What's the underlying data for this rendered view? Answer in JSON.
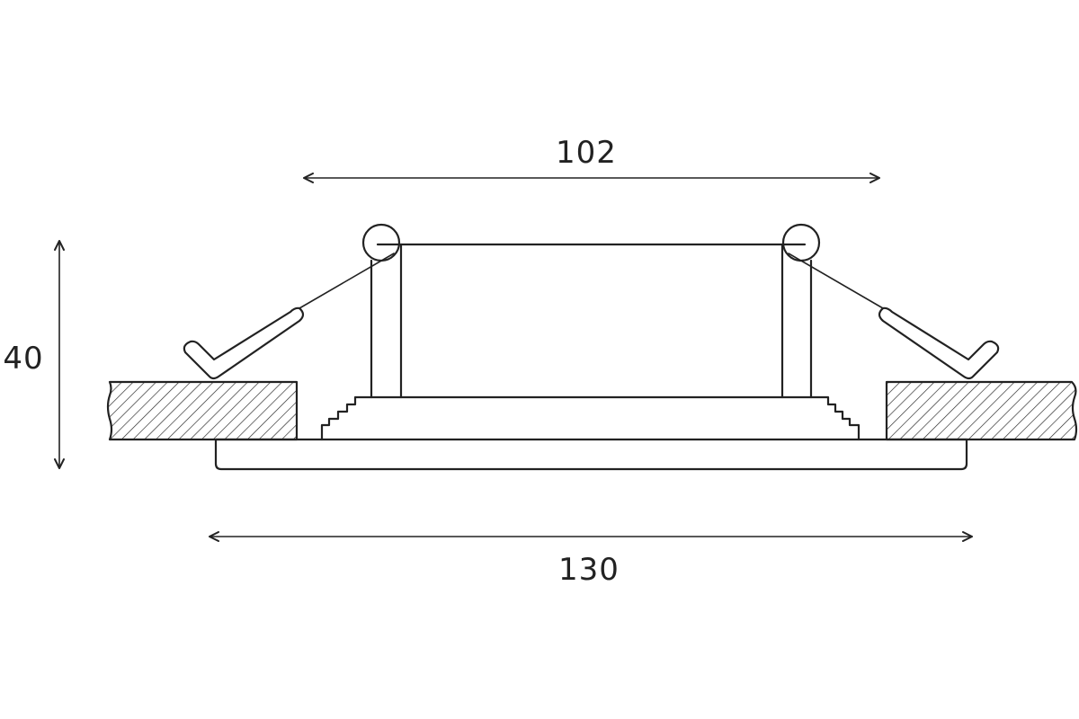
{
  "diagram": {
    "dimensions": {
      "top_width": "102",
      "bottom_width": "130",
      "height": "40"
    },
    "colors": {
      "stroke": "#222222",
      "background": "#ffffff"
    }
  }
}
